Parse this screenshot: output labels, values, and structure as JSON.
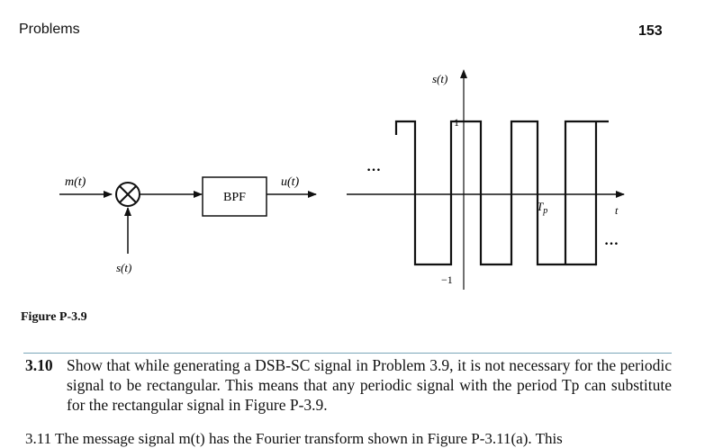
{
  "header": {
    "section": "Problems",
    "page_number": "153"
  },
  "block_diagram": {
    "input_label": "m(t)",
    "multiplier_symbol": "⊗",
    "carrier_label": "s(t)",
    "filter_label": "BPF",
    "output_label": "u(t)"
  },
  "signal_plot": {
    "ylabel": "s(t)",
    "high_level": "1",
    "low_level": "−1",
    "period_label": "Tp",
    "xlabel": "t",
    "ellipsis_left": "…",
    "ellipsis_right": "…"
  },
  "figure_caption": "Figure P-3.9",
  "problem": {
    "number": "3.10",
    "text": "Show that while generating a DSB-SC signal in Problem 3.9, it is not necessary for the periodic signal to be rectangular. This means that any periodic signal with the period Tp can substitute for the rectangular signal in Figure P-3.9."
  },
  "next_problem_fragment": "3.11  The message signal m(t) has the Fourier transform shown in Figure P-3.11(a). This"
}
